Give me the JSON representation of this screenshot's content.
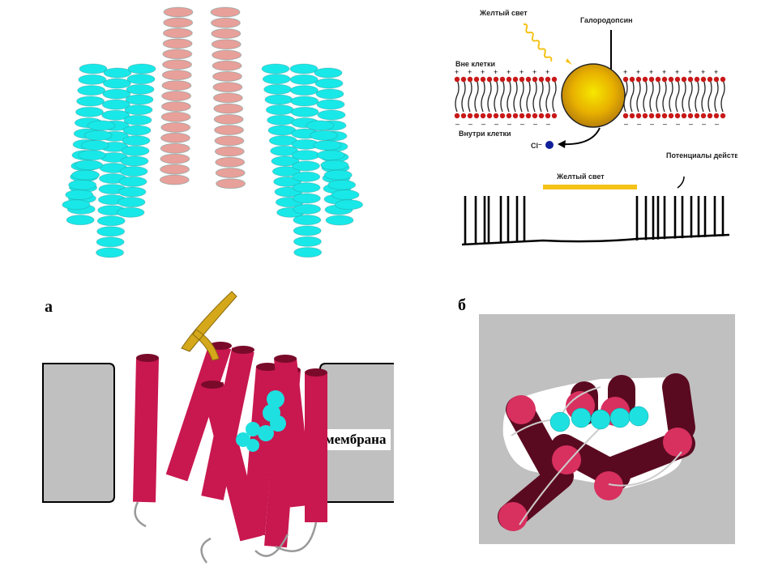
{
  "panel_top_left": {
    "subject": "ion-channel-ribbon-structure",
    "colors": {
      "outer_subunits": "#19e8e8",
      "inner_helices": "#e8a09a"
    }
  },
  "panel_top_right": {
    "labels": {
      "light": "Желтый свет",
      "protein": "Галородопсин",
      "outside": "Вне клетки",
      "inside": "Внутри клетки",
      "ion": "Cl⁻",
      "light_bar": "Желтый свет",
      "spikes": "Потенциалы действия"
    },
    "colors": {
      "light": "#f5c218",
      "protein": "#f0b000",
      "ion": "#10209a",
      "lipid_head": "#c81818"
    }
  },
  "panel_bottom_left": {
    "letter": "а",
    "membrane_label": "мембрана",
    "colors": {
      "helix": "#c8184f",
      "beta": "#d4a81a",
      "ligand": "#1ee0e0",
      "membrane": "#c0c0c0"
    }
  },
  "panel_bottom_right": {
    "letter": "б",
    "colors": {
      "helix_end": "#d8305f",
      "helix_body": "#5a0a20",
      "ligand": "#1ee0e0",
      "background": "#c0c0c0"
    }
  }
}
